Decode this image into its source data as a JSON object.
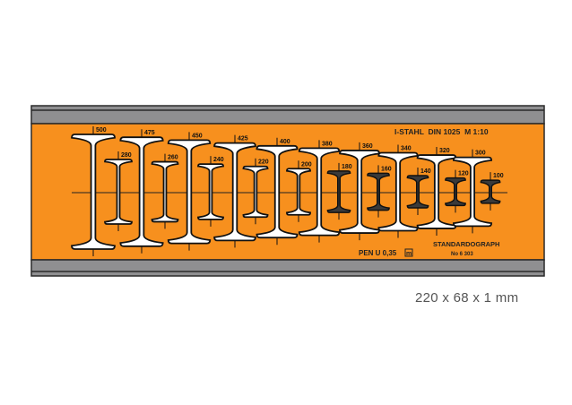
{
  "product": {
    "title": "I-STAHL  DIN 1025  M 1:10",
    "pen": "PEN U 0,35",
    "pen_mark": "m",
    "brand": "STANDARDOGRAPH",
    "model_no": "No 6 303",
    "dimensions": "220 x 68 x 1 mm"
  },
  "profiles": {
    "large": [
      "500",
      "475",
      "450",
      "425",
      "400",
      "380",
      "360",
      "340",
      "320",
      "300"
    ],
    "small": [
      "280",
      "260",
      "240",
      "220",
      "200",
      "180",
      "160",
      "140",
      "120",
      "100"
    ]
  },
  "colors": {
    "plate": "#f7901e",
    "band": "#8f8f91",
    "edge": "#2a2a2a",
    "cutout": "#ffffff"
  }
}
